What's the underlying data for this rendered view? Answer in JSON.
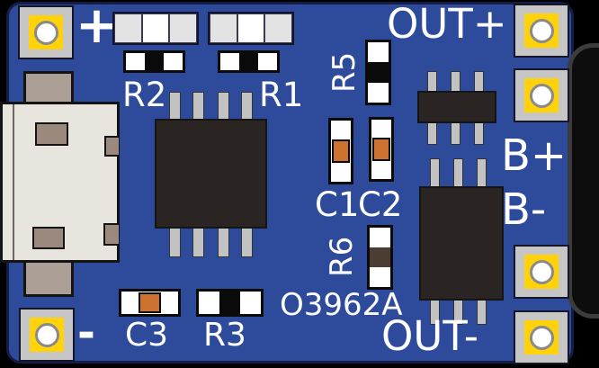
{
  "title": "Micro-USB lithium battery charger module PCB diagram",
  "colors": {
    "bg": "#000000",
    "board": "#2e4a9b",
    "board_outline": "#161d45",
    "silk": "#ffffff",
    "pad_outer": "#c6c6c6",
    "pad_border": "#15152a",
    "pad_gold": "#ffd20a",
    "pad_hole": "#ffffff",
    "pad_ring": "#8a8a8a",
    "ic_body": "#2a2523",
    "ic_border": "#151515",
    "pin": "#c2c2c2",
    "pin_border": "#333333",
    "usb_body": "#e8e5df",
    "usb_tab": "#ac9f96",
    "usb_inner": "#9b897e",
    "outline_dark": "#141414",
    "cap_orange": "#cd7230",
    "res_black": "#0a0a0a",
    "res_brown": "#4c3c33",
    "cell_gray": "#e3e3e3",
    "cell_white": "#ffffff",
    "smd_border": "#0a0a0a",
    "fp_border": "#13132b",
    "tab_black": "#0d0d0d",
    "tab_edge": "#3c3c3c"
  },
  "silkscreen": {
    "plus": "+",
    "minus": "-",
    "out_plus": "OUT+",
    "out_minus": "OUT-",
    "b_plus": "B+",
    "b_minus": "B-",
    "r1": "R1",
    "r2": "R2",
    "r3": "R3",
    "r5": "R5",
    "r6": "R6",
    "c1": "C1",
    "c2": "C2",
    "c3": "C3",
    "chip_marking": "O3962A"
  }
}
